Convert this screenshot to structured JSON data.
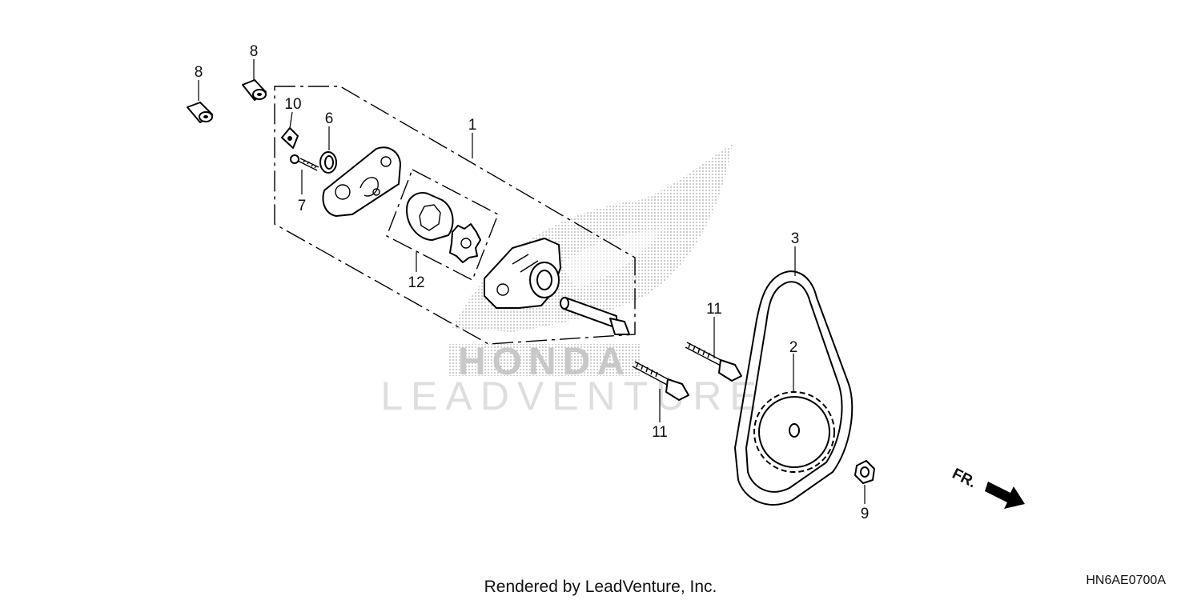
{
  "diagram": {
    "callouts": {
      "c1": "1",
      "c2": "2",
      "c3": "3",
      "c6": "6",
      "c7": "7",
      "c8a": "8",
      "c8b": "8",
      "c9": "9",
      "c10": "10",
      "c11a": "11",
      "c11b": "11",
      "c12": "12"
    },
    "direction_label": "FR.",
    "watermark_text": "LEADVENTURE",
    "watermark_logo_text": "HONDA",
    "footer_credit": "Rendered by LeadVenture, Inc.",
    "diagram_code": "HN6AE0700A"
  }
}
